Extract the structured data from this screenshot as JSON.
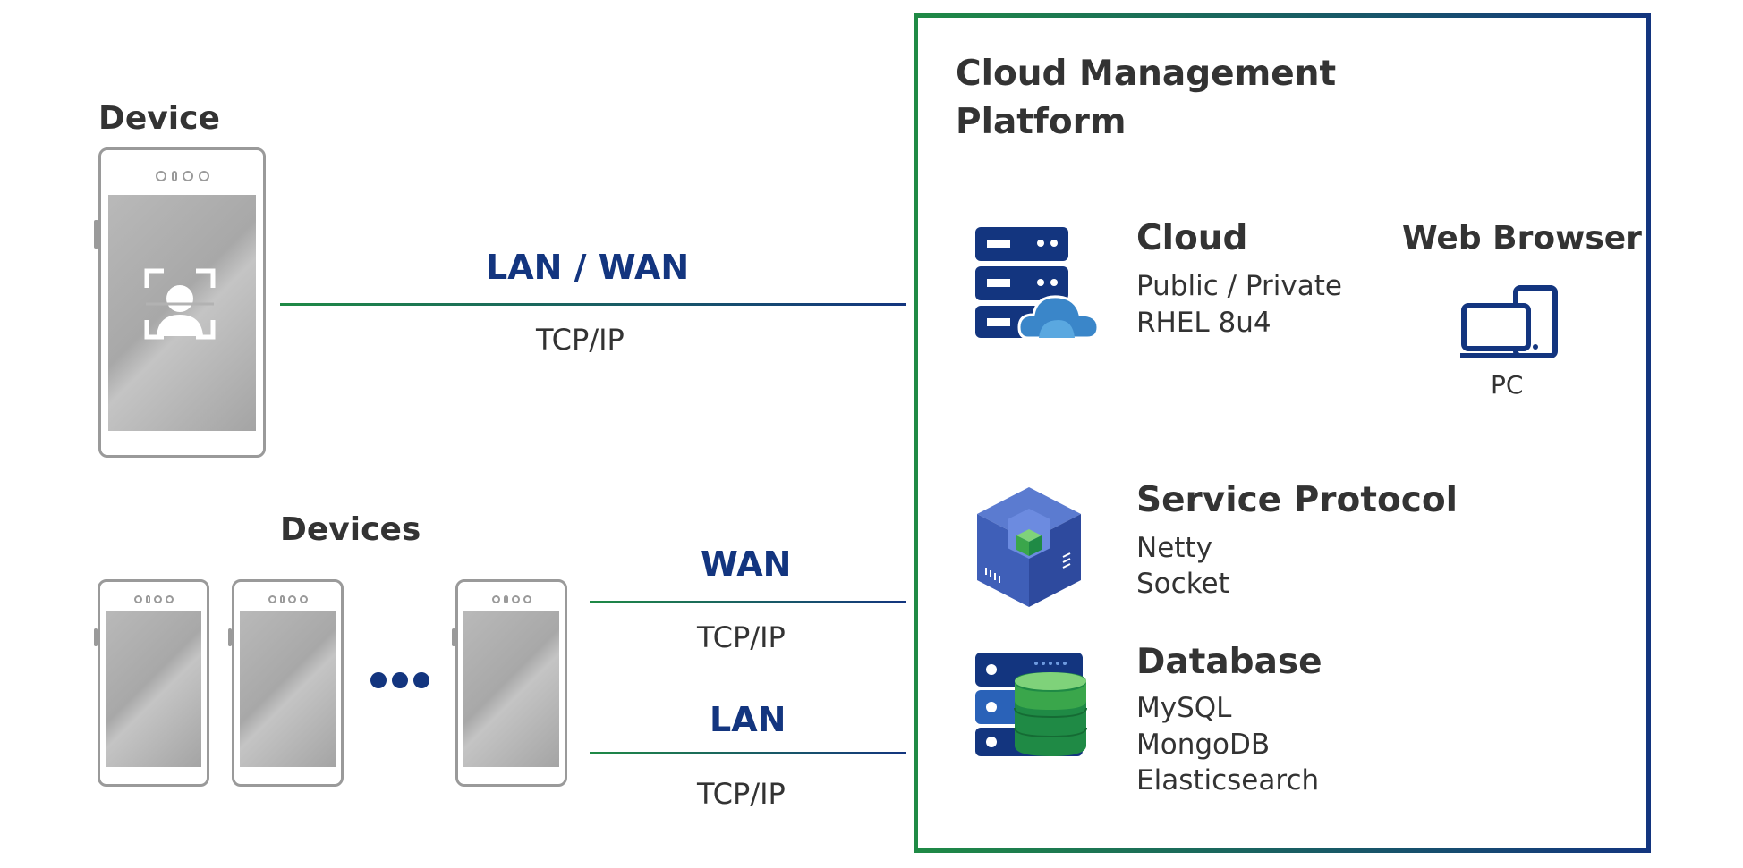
{
  "device": {
    "title": "Device"
  },
  "devices": {
    "title": "Devices"
  },
  "links": {
    "lan_wan": {
      "title": "LAN / WAN",
      "protocol": "TCP/IP"
    },
    "wan": {
      "title": "WAN",
      "protocol": "TCP/IP"
    },
    "lan": {
      "title": "LAN",
      "protocol": "TCP/IP"
    }
  },
  "platform": {
    "title_line1": "Cloud Management",
    "title_line2": "Platform",
    "cloud": {
      "title": "Cloud",
      "line1": "Public / Private",
      "line2": "RHEL 8u4",
      "icon": "cloud-server-icon"
    },
    "web_browser": {
      "title": "Web Browser",
      "caption": "PC",
      "icon": "pc-device-icon"
    },
    "service_protocol": {
      "title": "Service Protocol",
      "line1": "Netty",
      "line2": "Socket",
      "icon": "service-cube-icon"
    },
    "database": {
      "title": "Database",
      "line1": "MySQL",
      "line2": "MongoDB",
      "line3": "Elasticsearch",
      "icon": "database-icon"
    }
  },
  "colors": {
    "accent_blue": "#13357f",
    "accent_green": "#1f8a45",
    "text": "#333333",
    "device_gray": "#9a9a9a"
  }
}
